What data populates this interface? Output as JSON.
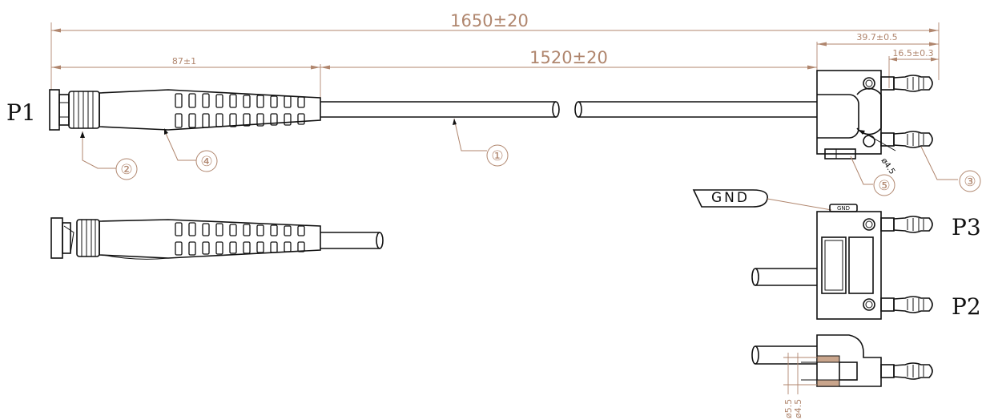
{
  "dimensions": {
    "total_length": "1650±20",
    "cable_length": "1520±20",
    "boot_length": "87±1",
    "head_length": "39.7±0.5",
    "pin_length": "16.5±0.3",
    "hole_diameter": "ø4.5",
    "outer_diameter": "ø5.5",
    "inner_diameter": "ø4.5"
  },
  "callouts": {
    "cable": "①",
    "bnc": "②",
    "banana": "③",
    "boot": "④",
    "tab": "⑤"
  },
  "ports": {
    "p1": "P1",
    "p2": "P2",
    "p3": "P3"
  },
  "labels": {
    "gnd": "GND",
    "gnd_small": "GND"
  }
}
